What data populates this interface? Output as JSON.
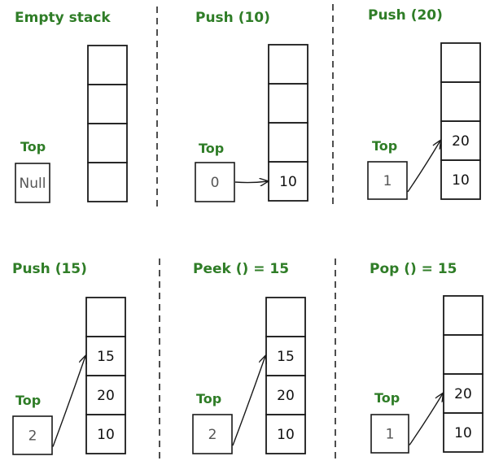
{
  "panels": [
    {
      "title": "Empty stack",
      "top_label": "Top",
      "top_value": "Null",
      "cells": [
        "",
        "",
        "",
        ""
      ],
      "points_to": null
    },
    {
      "title": "Push (10)",
      "top_label": "Top",
      "top_value": "0",
      "cells": [
        "10",
        "",
        "",
        ""
      ],
      "points_to": 0
    },
    {
      "title": "Push (20)",
      "top_label": "Top",
      "top_value": "1",
      "cells": [
        "10",
        "20",
        "",
        ""
      ],
      "points_to": 1
    },
    {
      "title": "Push (15)",
      "top_label": "Top",
      "top_value": "2",
      "cells": [
        "10",
        "20",
        "15",
        ""
      ],
      "points_to": 2
    },
    {
      "title": "Peek () = 15",
      "top_label": "Top",
      "top_value": "2",
      "cells": [
        "10",
        "20",
        "15",
        ""
      ],
      "points_to": 2
    },
    {
      "title": "Pop () = 15",
      "top_label": "Top",
      "top_value": "1",
      "cells": [
        "10",
        "20",
        "",
        ""
      ],
      "points_to": 1
    }
  ],
  "colors": {
    "title": "#2f7d27",
    "stroke": "#1a1a1a",
    "pointer_text": "#555555"
  }
}
